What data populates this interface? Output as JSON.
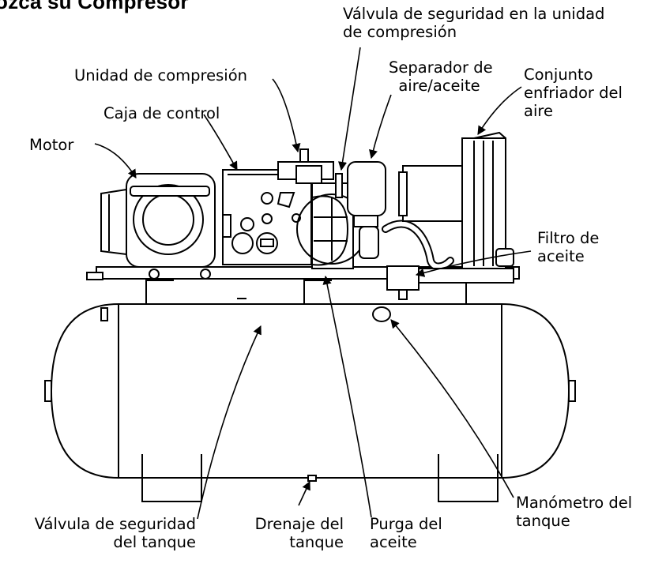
{
  "title": "ozca su Compresor",
  "labels": {
    "valvula_unidad_1": "Válvula de seguridad en la unidad",
    "valvula_unidad_2": "de compresión",
    "unidad_compresion": "Unidad de compresión",
    "separador_1": "Separador de",
    "separador_2": "aire/aceite",
    "conjunto_1": "Conjunto",
    "conjunto_2": "enfriador del",
    "conjunto_3": "aire",
    "caja_control": "Caja de control",
    "motor": "Motor",
    "filtro_1": "Filtro de",
    "filtro_2": "aceite",
    "valvula_tanque_1": "Válvula de seguridad",
    "valvula_tanque_2": "del tanque",
    "drenaje_1": "Drenaje del",
    "drenaje_2": "tanque",
    "purga_1": "Purga del",
    "purga_2": "aceite",
    "manometro_1": "Manómetro del",
    "manometro_2": "tanque"
  }
}
